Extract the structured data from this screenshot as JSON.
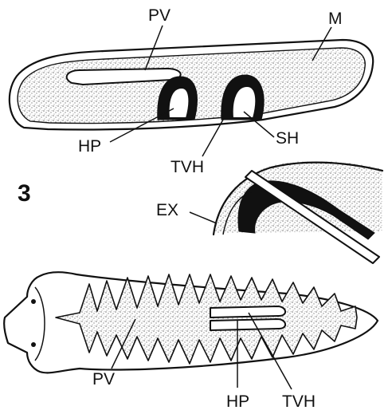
{
  "figure_number": "3",
  "top_section": {
    "labels": {
      "pv": "PV",
      "m": "M",
      "hp": "HP",
      "sh": "SH",
      "tvh": "TVH"
    }
  },
  "middle_section": {
    "labels": {
      "ex": "EX"
    }
  },
  "bottom_section": {
    "labels": {
      "pv": "PV",
      "hp": "HP",
      "tvh": "TVH"
    }
  },
  "colors": {
    "ink": "#111111",
    "stipple": "#9a9a9a",
    "background": "#ffffff"
  }
}
